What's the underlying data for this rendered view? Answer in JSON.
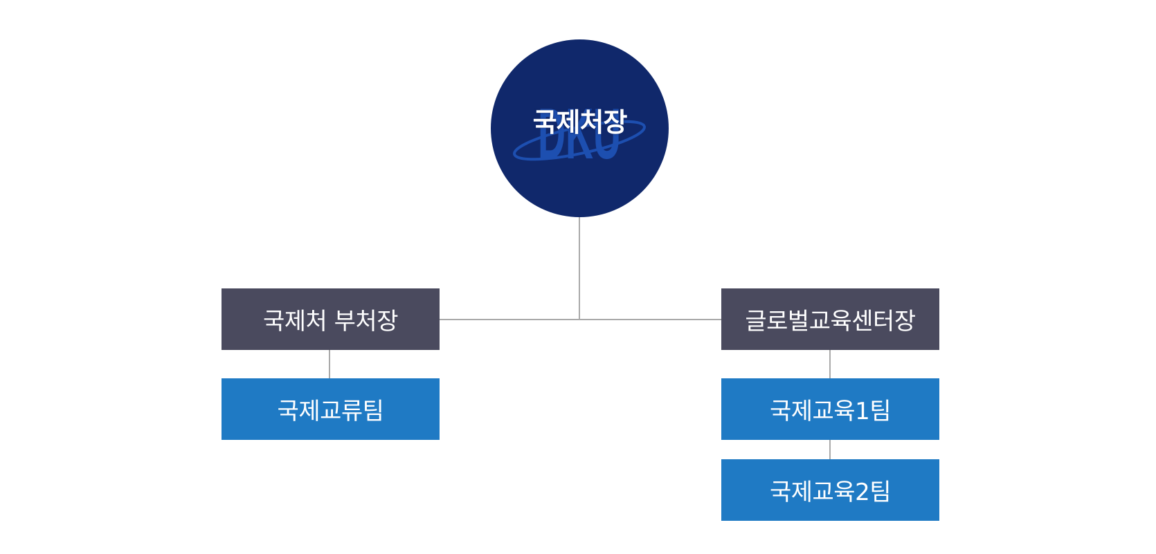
{
  "org_chart": {
    "head": {
      "label": "국제처장",
      "logo_text": "DKU",
      "logo_icon": "dku-logo-icon"
    },
    "left_branch": {
      "title": "국제처 부처장",
      "teams": [
        "국제교류팀"
      ]
    },
    "right_branch": {
      "title": "글로벌교육센터장",
      "teams": [
        "국제교육1팀",
        "국제교육2팀"
      ]
    }
  },
  "colors": {
    "head_circle": "#10286b",
    "logo": "#1d4fb0",
    "branch_box": "#4a4a5e",
    "team_box": "#1f7ac4",
    "connector": "#a9a9a9",
    "text": "#ffffff"
  }
}
